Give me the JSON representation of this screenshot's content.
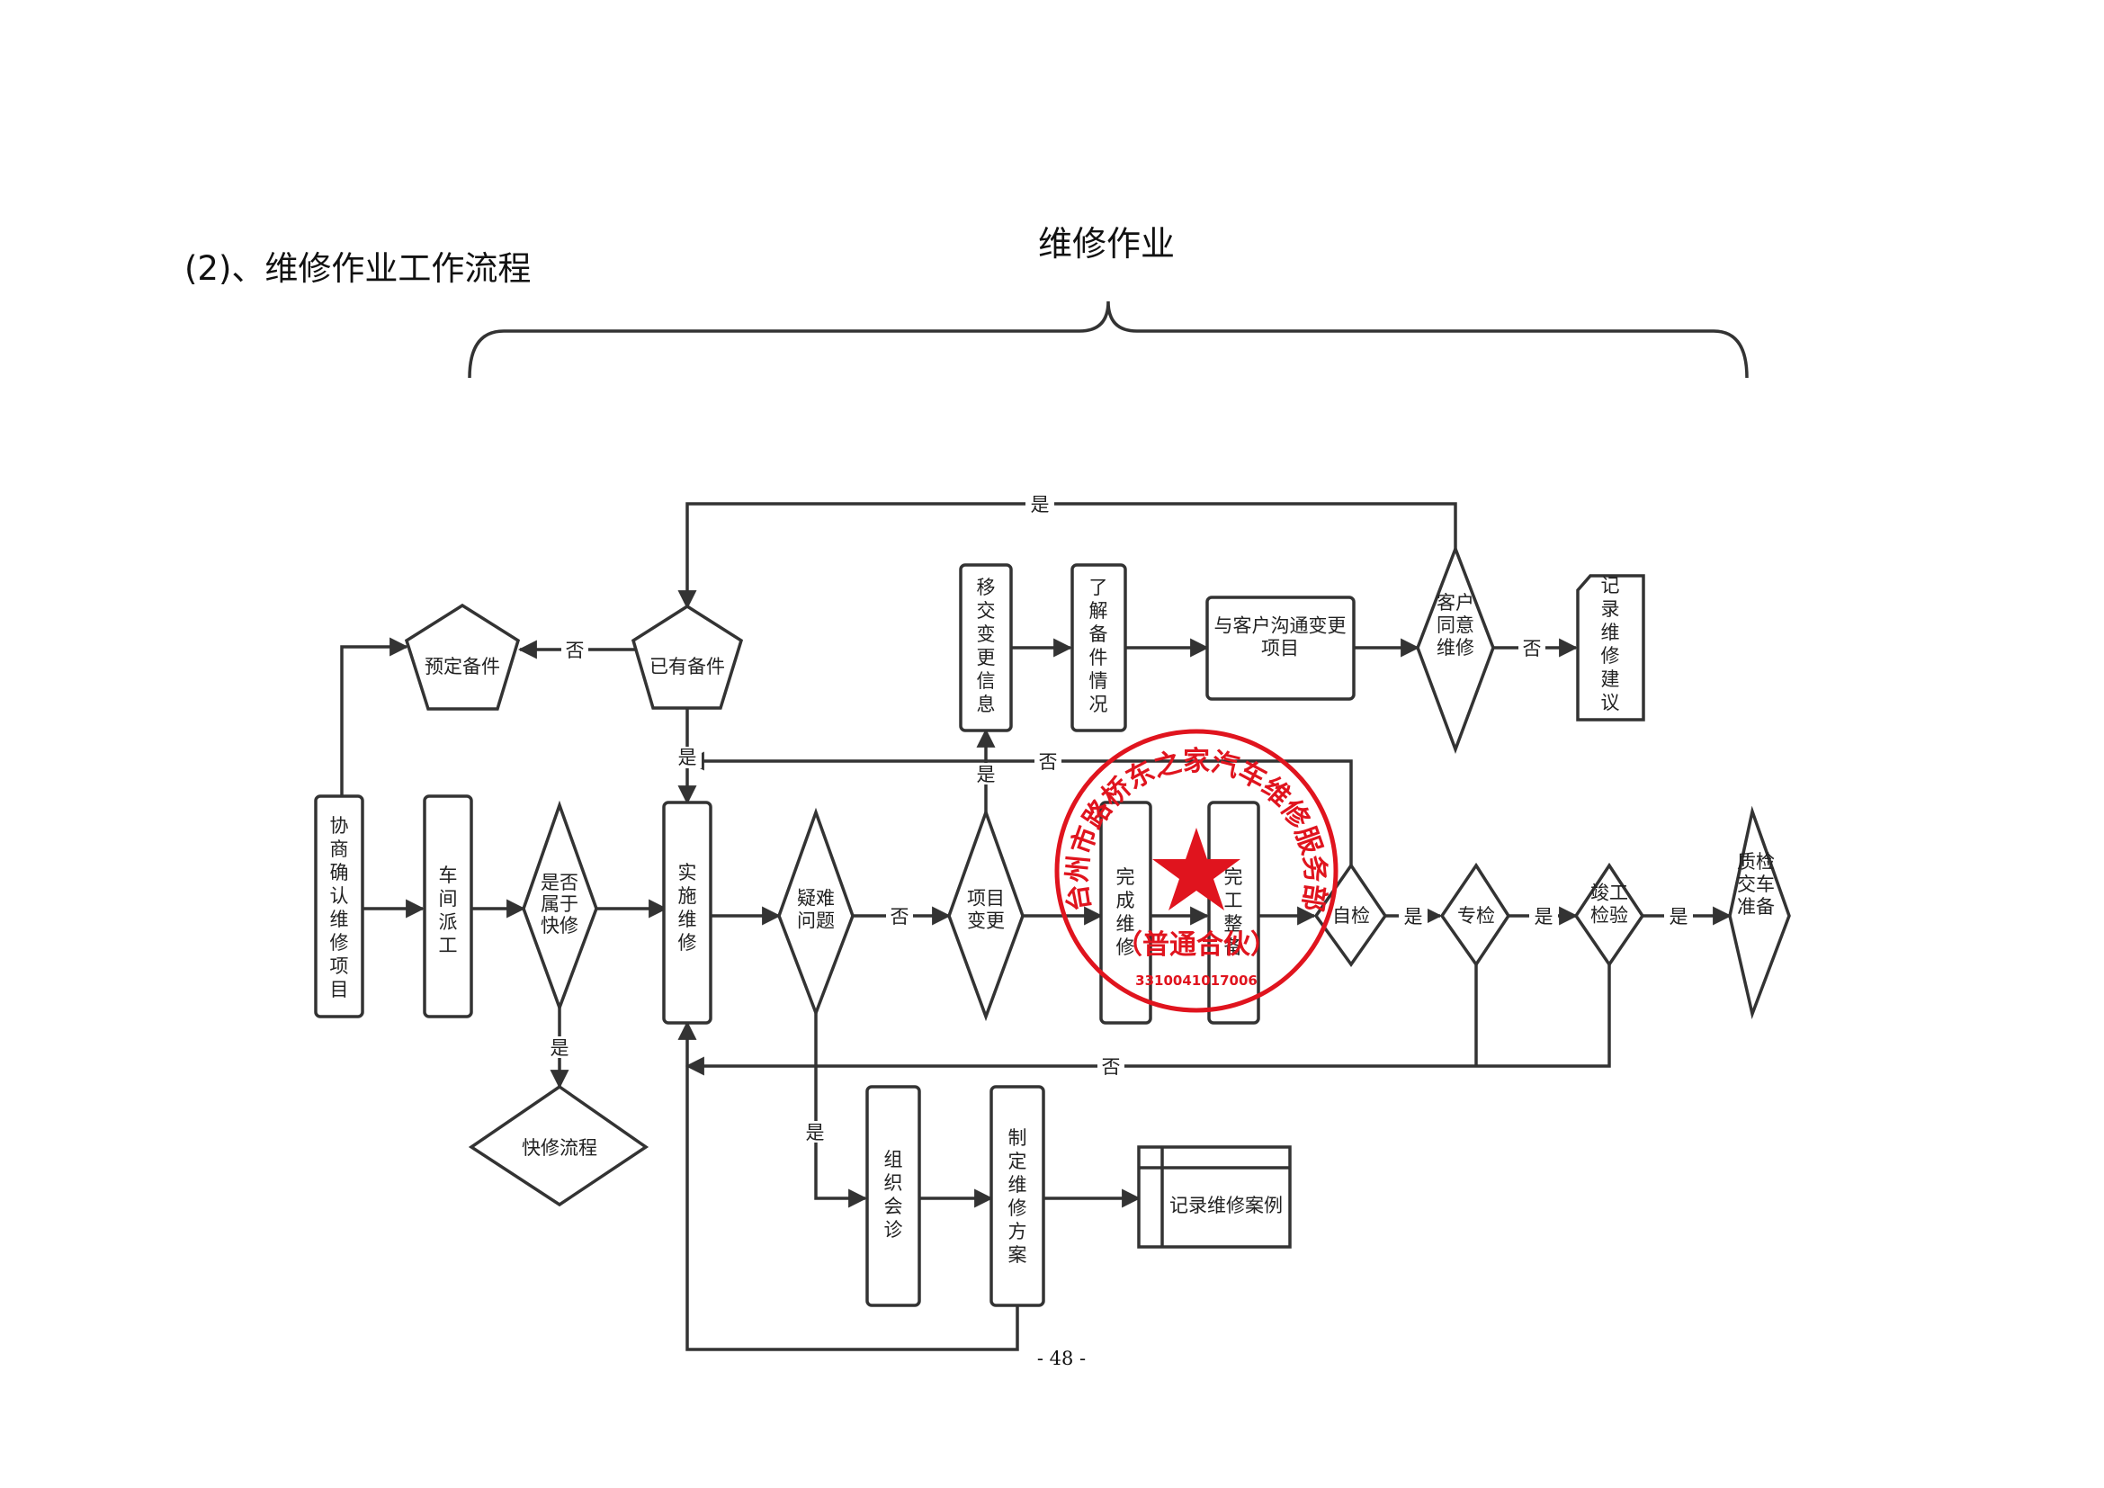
{
  "section_title": "(2)、维修作业工作流程",
  "diagram_title": "维修作业",
  "page_number": "- 48 -",
  "colors": {
    "line": "#333333",
    "seal": "#e0141e"
  },
  "nodes": {
    "confirm_items": "协商确认维修项目",
    "dispatch": "车间派工",
    "quick_decision": "是否属于快修",
    "quick_flow": "快修流程",
    "order_parts": "预定备件",
    "has_parts": "已有备件",
    "repair": "实施维修",
    "difficult": "疑难问题",
    "consultation": "组织会诊",
    "plan": "制定维修方案",
    "record_case": "记录维修案例",
    "item_change": "项目变更",
    "transfer_info": "移交变更信息",
    "check_parts": "了解备件情况",
    "communicate": "与客户沟通变更项目",
    "customer_agree": "客户同意维修",
    "record_advice": "记录维修建议",
    "complete_repair": "完成维修",
    "tidy": "完工整备",
    "self_check": "自检",
    "special_check": "专检",
    "final_inspect": "竣工检验",
    "delivery": "质检交车准备"
  },
  "edge_labels": {
    "yes": "是",
    "no": "否"
  },
  "seal": {
    "text": "台州市路桥东之家汽车维修服务部",
    "sub": "（普通合伙）",
    "code": "3310041017006",
    "icon": "red-star-seal"
  }
}
